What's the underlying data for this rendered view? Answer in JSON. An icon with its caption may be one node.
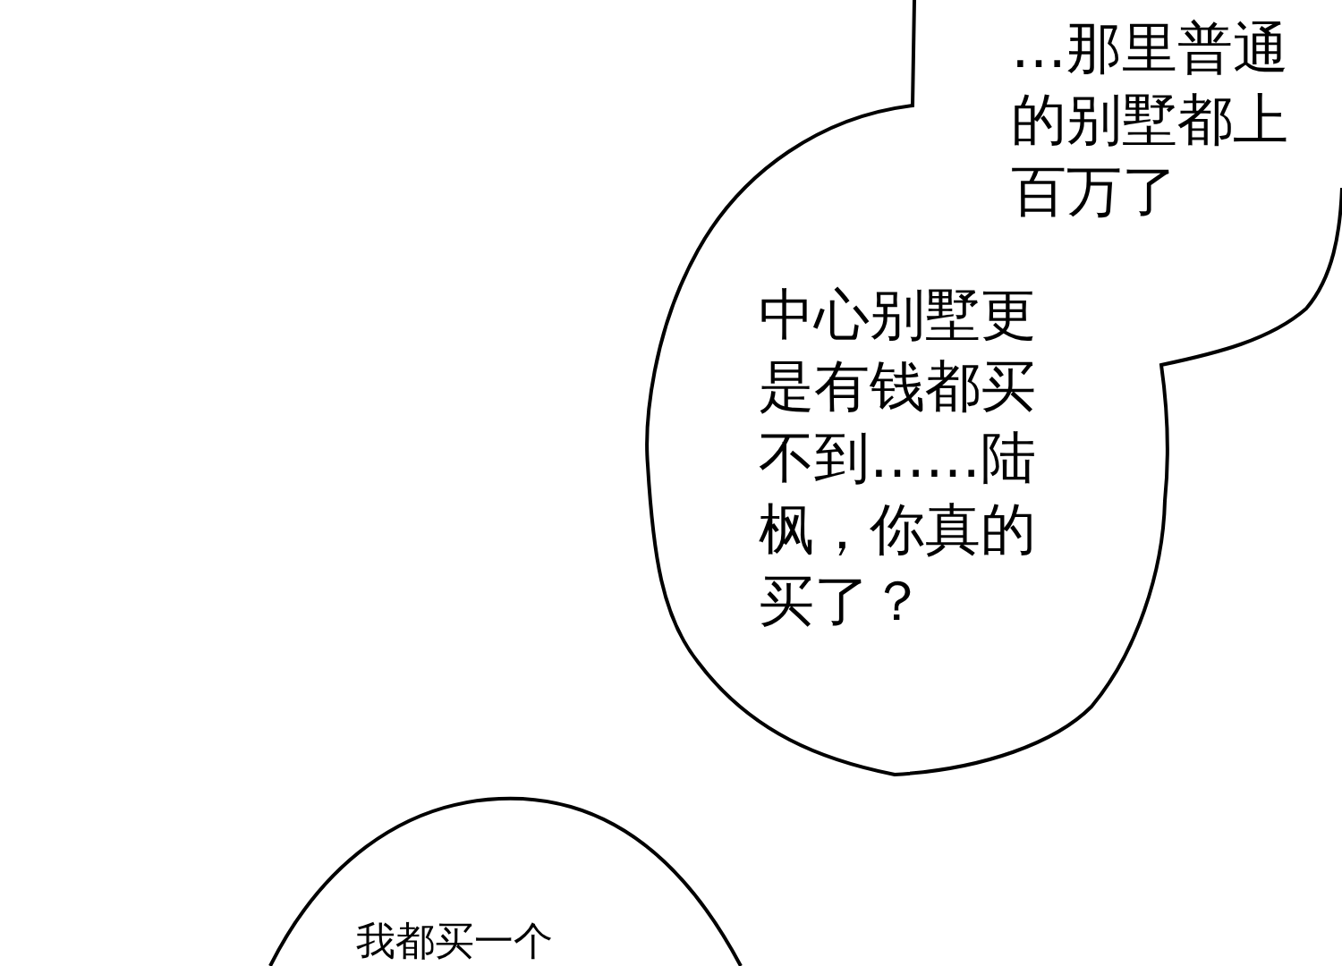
{
  "diagram": {
    "nodes": [
      {
        "text": [
          "…那里普通的别墅都上百万了",
          "中心别墅更是有钱都买不到……陆枫，你真的买了？"
        ]
      },
      {
        "text": [
          "我都买一个"
        ]
      }
    ]
  }
}
